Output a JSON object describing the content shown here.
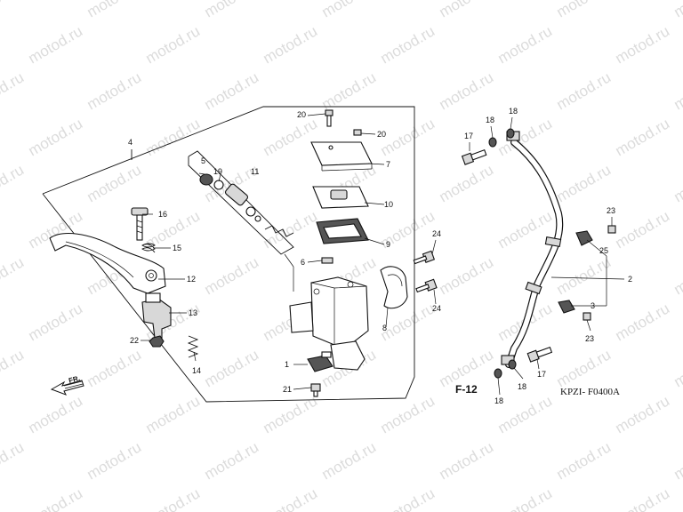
{
  "watermark": "motod.ru",
  "code_label": "KPZI- F0400A",
  "ref_label": "F-12",
  "direction_label": "FR.",
  "callouts": {
    "c1": "1",
    "c2": "2",
    "c3": "3",
    "c4": "4",
    "c5": "5",
    "c6": "6",
    "c7": "7",
    "c8": "8",
    "c9": "9",
    "c10": "10",
    "c11": "11",
    "c12": "12",
    "c13": "13",
    "c14": "14",
    "c15": "15",
    "c16": "16",
    "c17a": "17",
    "c17b": "17",
    "c18a": "18",
    "c18b": "18",
    "c18c": "18",
    "c18d": "18",
    "c19": "19",
    "c20a": "20",
    "c20b": "20",
    "c21": "21",
    "c22": "22",
    "c23a": "23",
    "c23b": "23",
    "c24a": "24",
    "c24b": "24",
    "c25": "25"
  }
}
